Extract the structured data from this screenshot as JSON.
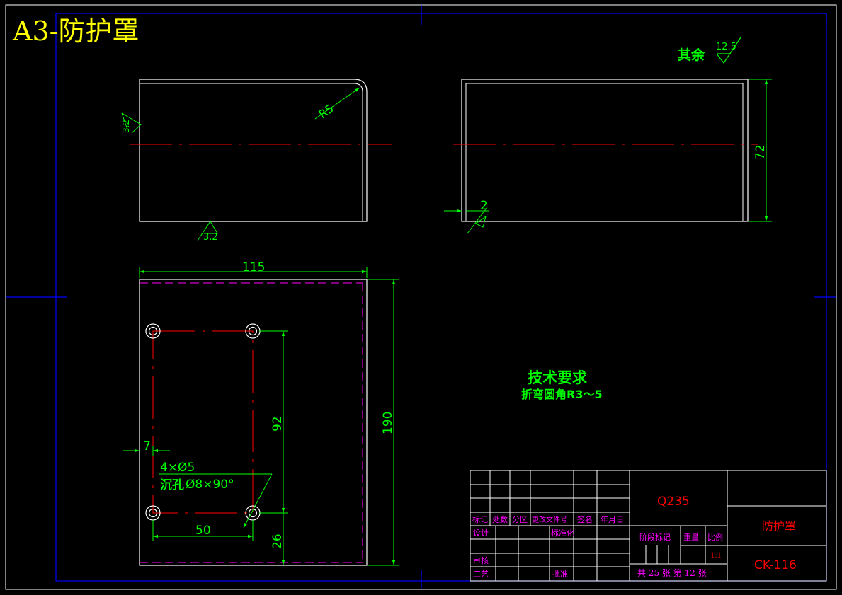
{
  "title": "A3-防护罩",
  "colors": {
    "background": "#000000",
    "outline": "#ffffff",
    "border": "#0000ff",
    "dimension": "#00ff00",
    "centerline": "#ff0000",
    "hidden": "#ff00ff",
    "title_yellow": "#ffff00",
    "titleblock_text": "#ff0000",
    "titleblock_label": "#ff00ff"
  },
  "roughness": {
    "general_label": "其余",
    "general_value": "12.5",
    "face_value_1": "3.2",
    "face_value_2": "3.2"
  },
  "front_view": {
    "radius_label": "R5"
  },
  "side_view": {
    "height_dim": "72",
    "thickness_dim": "2"
  },
  "plan_view": {
    "width_dim": "115",
    "height_dim": "190",
    "hole_span_vertical": "92",
    "hole_offset_bottom": "26",
    "hole_span_horizontal": "50",
    "edge_offset": "7",
    "hole_callout_1": "4×Ø5",
    "hole_callout_2_prefix": "沉孔",
    "hole_callout_2_suffix": "Ø8×90°"
  },
  "tech_requirements": {
    "heading": "技术要求",
    "item": "折弯圆角R3～5"
  },
  "title_block": {
    "material": "Q235",
    "part_name": "防护罩",
    "drawing_no": "CK-116",
    "scale": "1:1",
    "sheet_info": "共 25 张 第 12 张",
    "labels": {
      "mark": "标记",
      "count": "处数",
      "zone": "分区",
      "change_doc": "更改文件号",
      "signature": "签名",
      "date": "年月日",
      "design": "设计",
      "standardize": "标准化",
      "stage_mark": "阶段标记",
      "weight": "重量",
      "scale_label": "比例",
      "review": "审核",
      "process": "工艺",
      "approve": "批准"
    }
  }
}
